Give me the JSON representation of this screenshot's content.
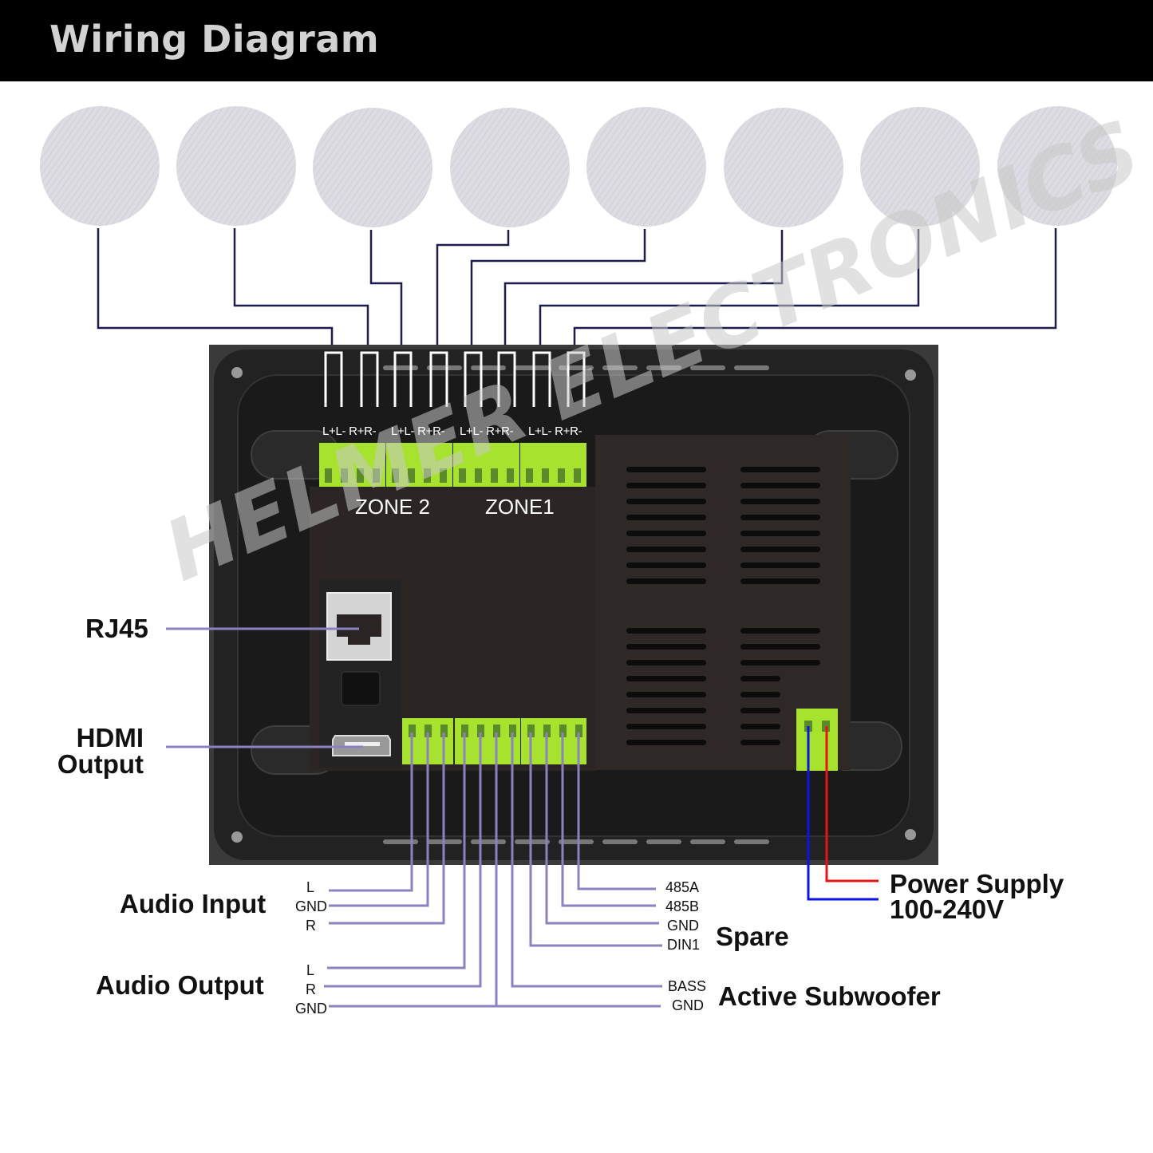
{
  "header": {
    "title": "Wiring Diagram"
  },
  "speakers": {
    "count": 8,
    "fill": "#d8d8de"
  },
  "device": {
    "top_terminal_labels": [
      "L+L- R+R-",
      "L+L- R+R-",
      "L+L- R+R-",
      "L+L- R+R-"
    ],
    "zone_labels": [
      "ZONE 2",
      "ZONE1"
    ],
    "terminal_color": "#a6e22e",
    "watermark": "HELMER ELECTRONICS"
  },
  "ports": {
    "rj45": "RJ45",
    "hdmi_line1": "HDMI",
    "hdmi_line2": "Output"
  },
  "audio_input": {
    "title": "Audio Input",
    "pins": [
      "L",
      "GND",
      "R"
    ]
  },
  "audio_output": {
    "title": "Audio Output",
    "pins": [
      "L",
      "R",
      "GND"
    ]
  },
  "spare": {
    "title": "Spare",
    "pins": [
      "485A",
      "485B",
      "GND",
      "DIN1"
    ]
  },
  "subwoofer": {
    "title": "Active Subwoofer",
    "pins": [
      "BASS",
      "GND"
    ]
  },
  "power": {
    "line1": "Power Supply",
    "line2": "100-240V",
    "wire_colors": {
      "neutral": "#0a14e6",
      "live": "#e61414"
    }
  },
  "colors": {
    "speaker_wire": "#1c1c4e",
    "signal_wire": "#8c82c0",
    "device_body": "#262626",
    "header_bg": "#000000"
  }
}
